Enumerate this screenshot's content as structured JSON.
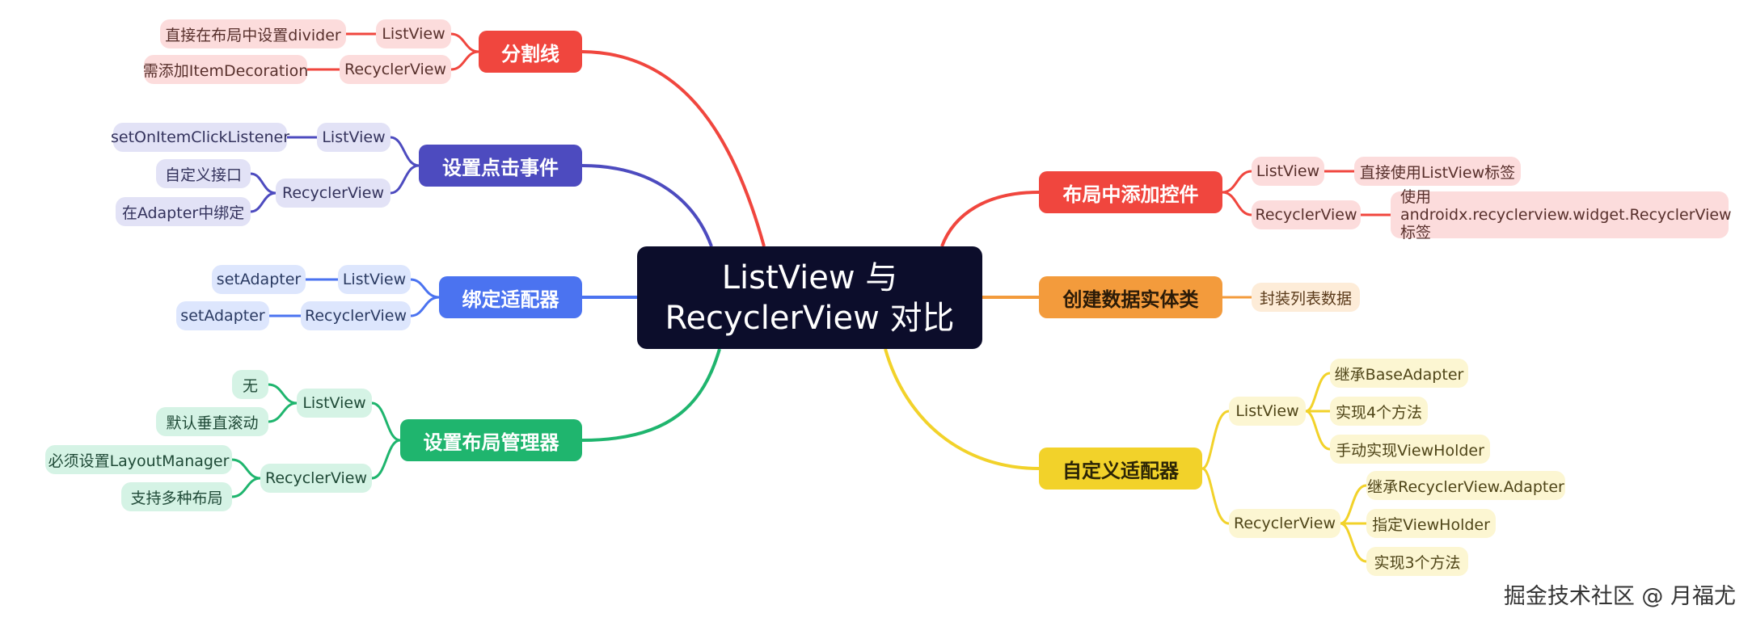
{
  "center": {
    "line1": "ListView 与",
    "line2": "RecyclerView 对比"
  },
  "branches": {
    "divider": {
      "title": "分割线",
      "listview": "ListView",
      "listview_leaf": "直接在布局中设置divider",
      "recyclerview": "RecyclerView",
      "recyclerview_leaf": "需添加ItemDecoration"
    },
    "click": {
      "title": "设置点击事件",
      "listview": "ListView",
      "listview_leaf": "setOnItemClickListener",
      "recyclerview": "RecyclerView",
      "recyclerview_leaf1": "自定义接口",
      "recyclerview_leaf2": "在Adapter中绑定"
    },
    "bind": {
      "title": "绑定适配器",
      "listview": "ListView",
      "listview_leaf": "setAdapter",
      "recyclerview": "RecyclerView",
      "recyclerview_leaf": "setAdapter"
    },
    "layout_manager": {
      "title": "设置布局管理器",
      "listview": "ListView",
      "listview_leaf1": "无",
      "listview_leaf2": "默认垂直滚动",
      "recyclerview": "RecyclerView",
      "recyclerview_leaf1": "必须设置LayoutManager",
      "recyclerview_leaf2": "支持多种布局"
    },
    "add_widget": {
      "title": "布局中添加控件",
      "listview": "ListView",
      "listview_leaf": "直接使用ListView标签",
      "recyclerview": "RecyclerView",
      "recyclerview_leaf": "使用androidx.recyclerview.widget.RecyclerView标签"
    },
    "entity": {
      "title": "创建数据实体类",
      "leaf": "封装列表数据"
    },
    "adapter": {
      "title": "自定义适配器",
      "listview": "ListView",
      "listview_leaf1": "继承BaseAdapter",
      "listview_leaf2": "实现4个方法",
      "listview_leaf3": "手动实现ViewHolder",
      "recyclerview": "RecyclerView",
      "recyclerview_leaf1": "继承RecyclerView.Adapter",
      "recyclerview_leaf2": "指定ViewHolder",
      "recyclerview_leaf3": "实现3个方法"
    }
  },
  "colors": {
    "red": "#f0463e",
    "indigo": "#4d4bbf",
    "blue": "#4b73f0",
    "green": "#1fb56e",
    "orange": "#f39b3c",
    "yellow": "#f2d22a",
    "center": "#0c0d2b"
  },
  "watermark": "掘金技术社区 @ 月福尤"
}
